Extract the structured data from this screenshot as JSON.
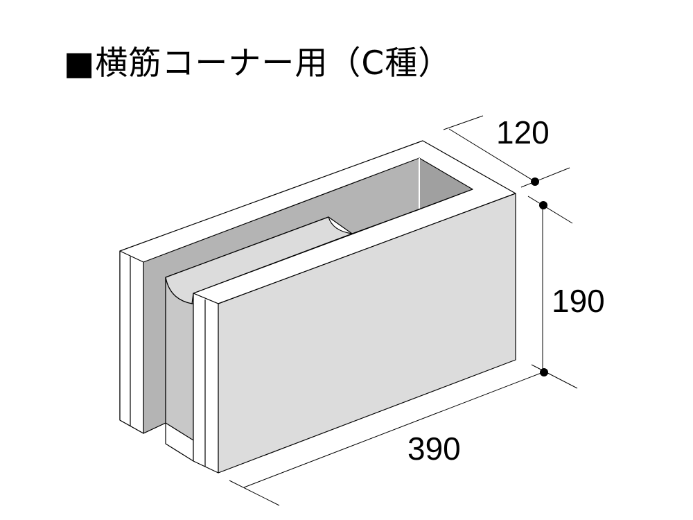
{
  "title": "■横筋コーナー用（C種）",
  "dimensions": {
    "depth": "120",
    "height": "190",
    "length": "390"
  },
  "colors": {
    "front_face": "#dcdcdc",
    "inner_face": "#b4b4b4",
    "hollow": "#a0a0a0",
    "web": "#c8c8c8",
    "edge": "#ffffff"
  }
}
